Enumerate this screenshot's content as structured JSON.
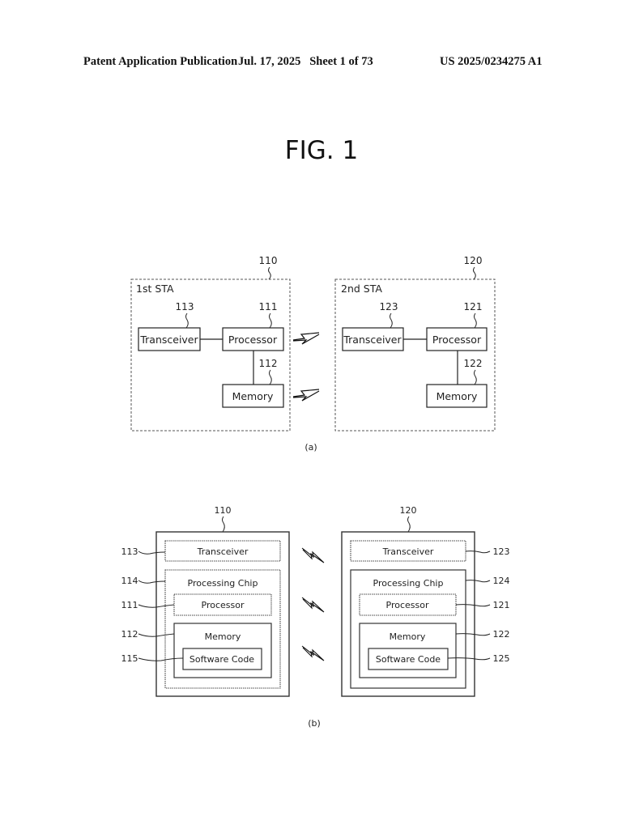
{
  "header": {
    "publication_type": "Patent Application Publication",
    "date_sheet": "Jul. 17, 2025   Sheet 1 of 73",
    "publication_number": "US 2025/0234275 A1"
  },
  "figure": {
    "title": "FIG. 1"
  },
  "part_a": {
    "caption": "(a)",
    "stations": [
      {
        "ref": "110",
        "name": "1st STA",
        "transceiver": {
          "label": "Transceiver",
          "ref": "113"
        },
        "processor": {
          "label": "Processor",
          "ref": "111"
        },
        "memory": {
          "label": "Memory",
          "ref": "112"
        }
      },
      {
        "ref": "120",
        "name": "2nd STA",
        "transceiver": {
          "label": "Transceiver",
          "ref": "123"
        },
        "processor": {
          "label": "Processor",
          "ref": "121"
        },
        "memory": {
          "label": "Memory",
          "ref": "122"
        }
      }
    ]
  },
  "part_b": {
    "caption": "(b)",
    "devices": [
      {
        "ref": "110",
        "transceiver": {
          "label": "Transceiver",
          "ref": "113"
        },
        "processing_chip": {
          "label": "Processing Chip",
          "ref": "114"
        },
        "processor": {
          "label": "Processor",
          "ref": "111"
        },
        "memory": {
          "label": "Memory",
          "ref": "112"
        },
        "software_code": {
          "label": "Software Code",
          "ref": "115"
        }
      },
      {
        "ref": "120",
        "transceiver": {
          "label": "Transceiver",
          "ref": "123"
        },
        "processing_chip": {
          "label": "Processing Chip",
          "ref": "124"
        },
        "processor": {
          "label": "Processor",
          "ref": "121"
        },
        "memory": {
          "label": "Memory",
          "ref": "122"
        },
        "software_code": {
          "label": "Software Code",
          "ref": "125"
        }
      }
    ]
  }
}
